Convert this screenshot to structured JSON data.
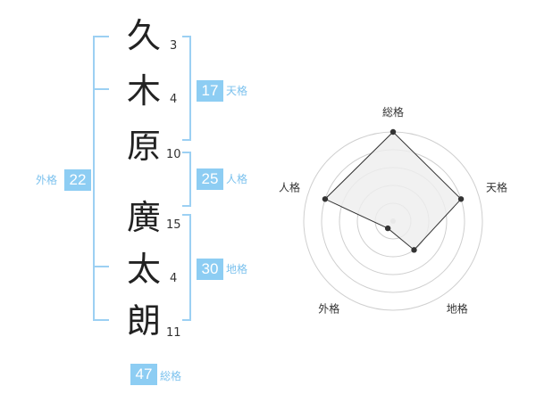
{
  "name_chars": [
    {
      "char": "久",
      "strokes": "3"
    },
    {
      "char": "木",
      "strokes": "4"
    },
    {
      "char": "原",
      "strokes": "10"
    },
    {
      "char": "廣",
      "strokes": "15"
    },
    {
      "char": "太",
      "strokes": "4"
    },
    {
      "char": "朗",
      "strokes": "11"
    }
  ],
  "kaku": {
    "tenkaku": {
      "value": "17",
      "label": "天格"
    },
    "jinkaku": {
      "value": "25",
      "label": "人格"
    },
    "chikaku": {
      "value": "30",
      "label": "地格"
    },
    "gaikaku": {
      "value": "22",
      "label": "外格"
    },
    "soukaku": {
      "value": "47",
      "label": "総格"
    }
  },
  "chart_data": {
    "type": "radar",
    "axes": [
      "総格",
      "天格",
      "地格",
      "外格",
      "人格"
    ],
    "values": [
      5,
      4,
      2,
      0.5,
      4
    ],
    "max": 5,
    "rings": 5,
    "fill": "#eeeeee",
    "stroke": "#333333"
  }
}
